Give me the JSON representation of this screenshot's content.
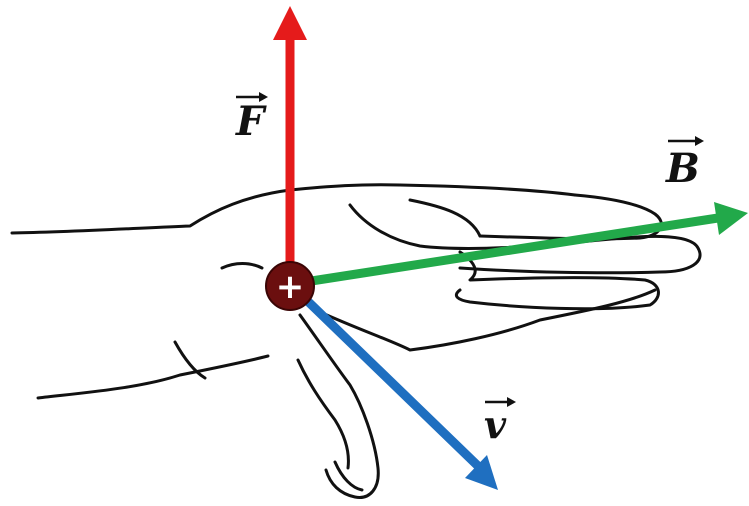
{
  "labels": {
    "force": "F",
    "magnetic_field": "B",
    "velocity": "v",
    "charge_sign": "+"
  },
  "colors": {
    "force_arrow": "#e51b1b",
    "field_arrow": "#22a94a",
    "velocity_arrow": "#1f6fc0",
    "charge_fill": "#6b0f0f",
    "charge_stroke": "#3a0505",
    "outline": "#111111"
  }
}
